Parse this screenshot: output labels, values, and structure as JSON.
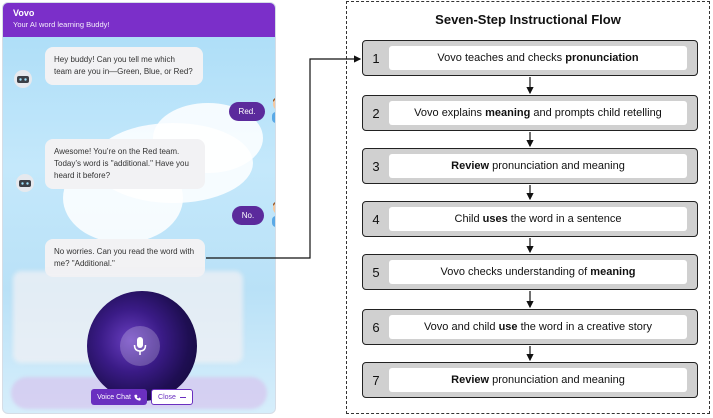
{
  "chat": {
    "bot_name": "Vovo",
    "bot_tagline": "Your AI word learning Buddy!",
    "messages": [
      {
        "from": "bot",
        "text": "Hey buddy! Can you tell me which team are you in—Green, Blue, or Red?"
      },
      {
        "from": "child",
        "text": "Red."
      },
      {
        "from": "bot",
        "text": "Awesome! You’re on the Red team. Today’s word is \"additional.\" Have you heard it before?"
      },
      {
        "from": "child",
        "text": "No."
      },
      {
        "from": "bot",
        "text": "No worries. Can you read the word with me? \"Additional.\""
      }
    ],
    "voice_chat_label": "Voice Chat",
    "close_label": "Close"
  },
  "flow": {
    "title": "Seven-Step Instructional Flow",
    "steps": [
      {
        "number": "1",
        "parts": [
          {
            "t": "Vovo teaches and checks ",
            "b": false
          },
          {
            "t": "pronunciation",
            "b": true
          }
        ]
      },
      {
        "number": "2",
        "parts": [
          {
            "t": "Vovo explains ",
            "b": false
          },
          {
            "t": "meaning",
            "b": true
          },
          {
            "t": " and prompts child retelling",
            "b": false
          }
        ]
      },
      {
        "number": "3",
        "parts": [
          {
            "t": "Review",
            "b": true
          },
          {
            "t": " pronunciation and meaning",
            "b": false
          }
        ]
      },
      {
        "number": "4",
        "parts": [
          {
            "t": "Child ",
            "b": false
          },
          {
            "t": "uses",
            "b": true
          },
          {
            "t": " the word in a sentence",
            "b": false
          }
        ]
      },
      {
        "number": "5",
        "parts": [
          {
            "t": "Vovo checks understanding of ",
            "b": false
          },
          {
            "t": "meaning",
            "b": true
          }
        ]
      },
      {
        "number": "6",
        "parts": [
          {
            "t": "Vovo and child ",
            "b": false
          },
          {
            "t": "use",
            "b": true
          },
          {
            "t": " the word in a creative story",
            "b": false
          }
        ]
      },
      {
        "number": "7",
        "parts": [
          {
            "t": "Review",
            "b": true
          },
          {
            "t": " pronunciation and meaning",
            "b": false
          }
        ]
      }
    ]
  },
  "colors": {
    "header_purple": "#7b2fc9",
    "reply_purple": "#5b2a9c",
    "step_gray": "#d0d0d0"
  }
}
